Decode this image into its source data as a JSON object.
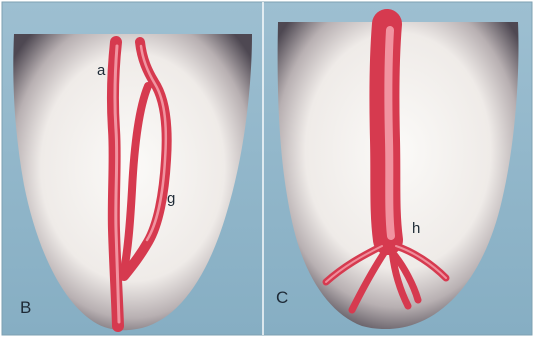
{
  "panels": [
    {
      "label": "B",
      "vessel_labels": [
        "a",
        "g"
      ]
    },
    {
      "label": "C",
      "vessel_labels": [
        "h"
      ]
    }
  ],
  "colors": {
    "background": "#8fb4c8",
    "tooth_fill": "#f4f1ee",
    "tooth_shadow": "#5b5560",
    "vessel": "#d94256",
    "vessel_highlight": "#f6a3ae",
    "label_text": "#1e2a36"
  }
}
